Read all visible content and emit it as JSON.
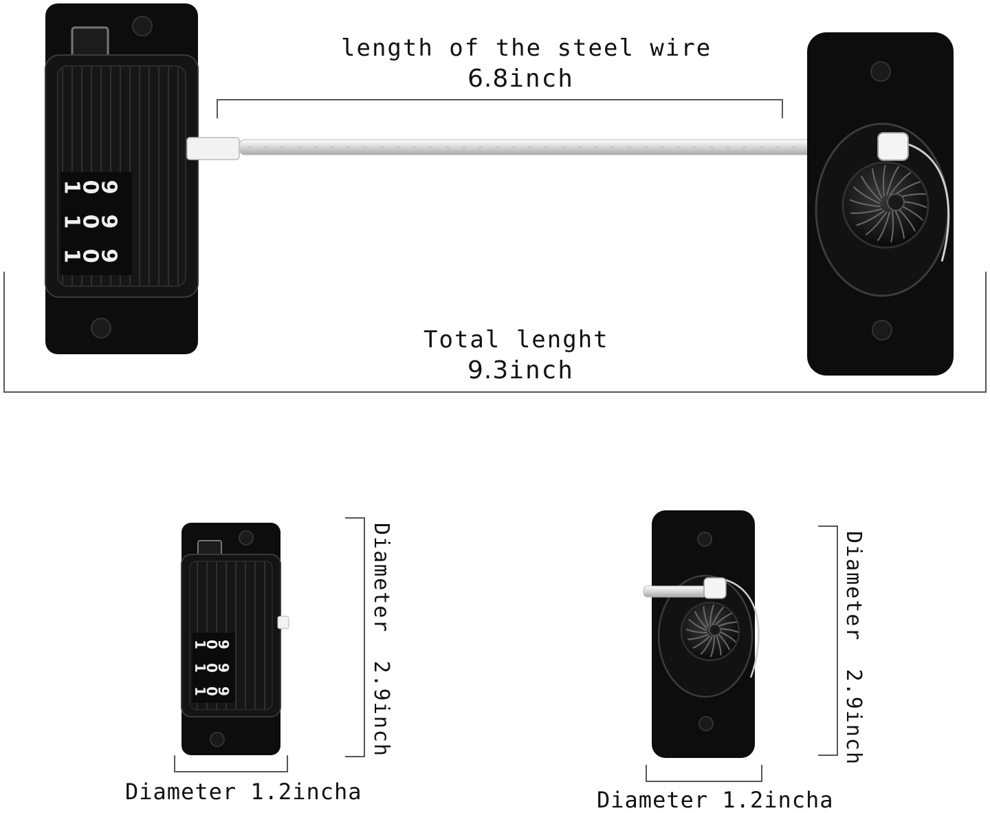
{
  "top": {
    "wire_label": "length of the steel wire",
    "wire_value": "6.8",
    "wire_unit": "inch",
    "total_label": "Total lenght",
    "total_value": "9.3",
    "total_unit": "inch"
  },
  "bottom_left": {
    "height_label": "Diameter",
    "height_value": "2.9inch",
    "width_label": "Diameter",
    "width_value": "1.2incha"
  },
  "bottom_right": {
    "height_label": "Diameter",
    "height_value": "2.9inch",
    "width_label": "Diameter",
    "width_value": "1.2incha"
  },
  "lock": {
    "dial_digits": [
      [
        "1",
        "0",
        "9"
      ],
      [
        "1",
        "0",
        "9"
      ],
      [
        "1",
        "0",
        "9"
      ]
    ]
  },
  "colors": {
    "plate": "#0d0d0d",
    "body": "#151515",
    "wire": "#e8e8e8",
    "line": "#555555"
  }
}
